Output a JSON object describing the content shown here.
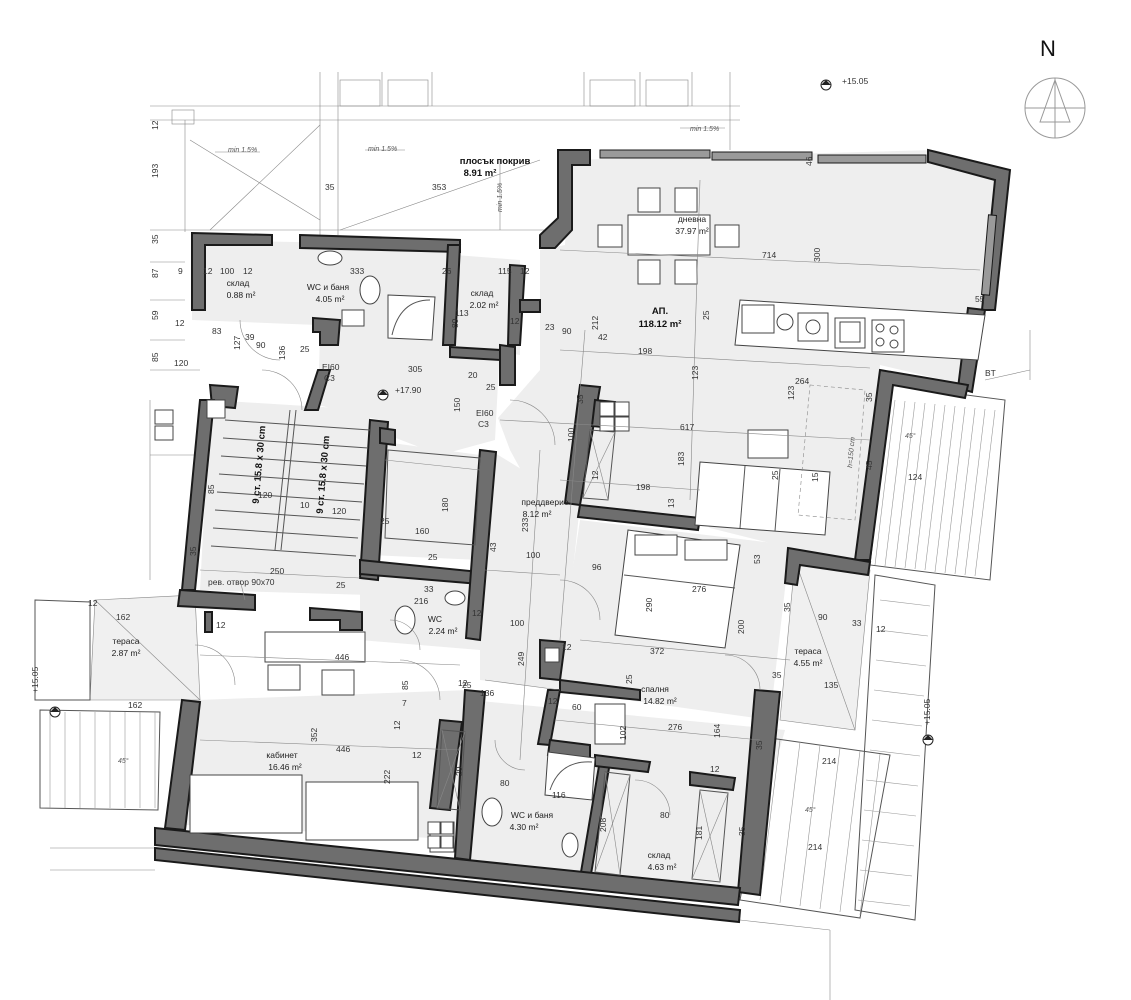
{
  "north_label": "N",
  "roof": {
    "name": "плосък покрив",
    "area": "8.91 m²"
  },
  "apartment": {
    "name": "АП.",
    "area": "118.12 m²"
  },
  "rooms": [
    {
      "id": "living",
      "name": "дневна",
      "area": "37.97 m²"
    },
    {
      "id": "storage-top",
      "name": "склад",
      "area": "2.02 m²"
    },
    {
      "id": "storage-left",
      "name": "склад",
      "area": "0.88 m²"
    },
    {
      "id": "wc-bath-top",
      "name": "WC и баня",
      "area": "4.05 m²"
    },
    {
      "id": "hall",
      "name": "преддверие",
      "area": "8.12 m²"
    },
    {
      "id": "wc",
      "name": "WC",
      "area": "2.24 m²"
    },
    {
      "id": "bedroom",
      "name": "спалня",
      "area": "14.82 m²"
    },
    {
      "id": "office",
      "name": "кабинет",
      "area": "16.46 m²"
    },
    {
      "id": "wc-bath-bottom",
      "name": "WC и баня",
      "area": "4.30 m²"
    },
    {
      "id": "storage-bottom",
      "name": "склад",
      "area": "4.63 m²"
    },
    {
      "id": "terrace-left",
      "name": "тераса",
      "area": "2.87 m²"
    },
    {
      "id": "terrace-right",
      "name": "тераса",
      "area": "4.55 m²"
    }
  ],
  "levels": {
    "top": "+15.05",
    "stair": "+17.90",
    "left": "+15.05",
    "right": "+15.05"
  },
  "stairs": {
    "flight_a": "9 ст. 15.8 x 30 cm",
    "flight_b": "9 ст. 15.8 x 30 cm"
  },
  "labels": {
    "ei60_a": "EI60",
    "c3_a": "C3",
    "ei60_b": "EI60",
    "c3_b": "C3",
    "rev_opening": "рев. отвор 90x70",
    "bt": "BT",
    "slope_1": "min 1.5%",
    "slope_2": "min 1.5%",
    "slope_3": "min 1.5%",
    "slope_4": "min 1.5%",
    "deg_1": "45°",
    "deg_2": "45°",
    "deg_3": "45°",
    "hood": "h=150 cm"
  },
  "dimensions": [
    "12",
    "193",
    "35",
    "353",
    "87",
    "59",
    "85",
    "35",
    "9",
    "12",
    "100",
    "12",
    "333",
    "26",
    "115",
    "12",
    "113",
    "89",
    "12",
    "83",
    "12",
    "39",
    "127",
    "90",
    "136",
    "25",
    "120",
    "305",
    "20",
    "25",
    "150",
    "714",
    "300",
    "46",
    "55",
    "212",
    "42",
    "23",
    "90",
    "198",
    "123",
    "264",
    "123",
    "617",
    "183",
    "13",
    "198",
    "100",
    "35",
    "12",
    "25",
    "25",
    "35",
    "124",
    "15",
    "45",
    "85",
    "120",
    "10",
    "120",
    "160",
    "180",
    "25",
    "25",
    "43",
    "233",
    "100",
    "96",
    "276",
    "290",
    "53",
    "35",
    "90",
    "33",
    "12",
    "200",
    "372",
    "250",
    "25",
    "35",
    "33",
    "216",
    "12",
    "100",
    "249",
    "136",
    "12",
    "25",
    "162",
    "12",
    "446",
    "352",
    "85",
    "7",
    "12",
    "12",
    "162",
    "446",
    "222",
    "29",
    "80",
    "116",
    "60",
    "102",
    "276",
    "164",
    "12",
    "35",
    "80",
    "208",
    "181",
    "35",
    "214",
    "214",
    "135",
    "35",
    "12",
    "25",
    "12",
    "12"
  ]
}
